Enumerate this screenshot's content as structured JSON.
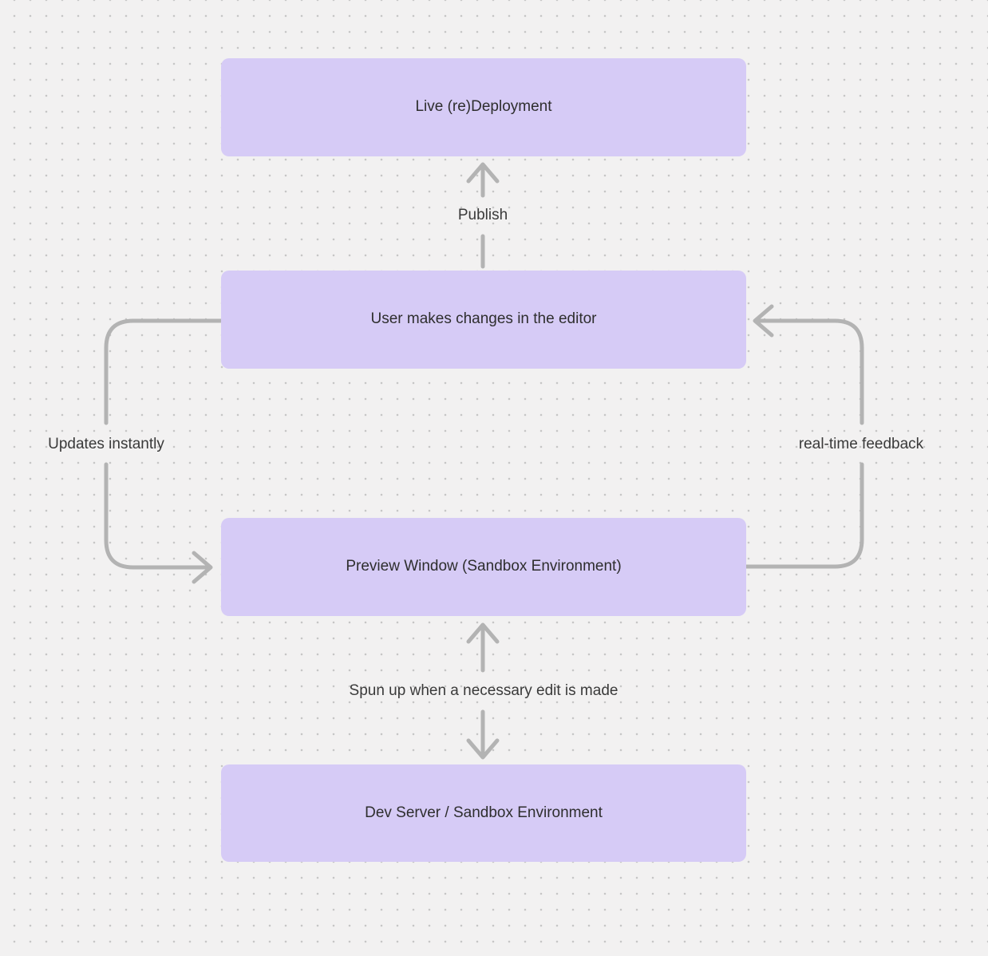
{
  "canvas": {
    "background": "#f2f1f1",
    "dot_color": "#c6c6c6",
    "node_fill": "#d6cbf6",
    "node_text_color": "#2e2e2e",
    "arrow_color": "#b3b3b3",
    "label_text_color": "#3a3a3a"
  },
  "nodes": {
    "live_deployment": {
      "label": "Live (re)Deployment"
    },
    "editor": {
      "label": "User makes changes in the editor"
    },
    "preview": {
      "label": "Preview Window (Sandbox Environment)"
    },
    "dev_server": {
      "label": "Dev Server / Sandbox Environment"
    }
  },
  "edges": {
    "publish": {
      "label": "Publish",
      "from": "editor",
      "to": "live_deployment",
      "direction": "up"
    },
    "updates_instantly": {
      "label": "Updates instantly",
      "from": "editor",
      "to": "preview",
      "direction": "down-left-loop"
    },
    "realtime_feedback": {
      "label": "real-time feedback",
      "from": "preview",
      "to": "editor",
      "direction": "up-right-loop"
    },
    "spun_up": {
      "label": "Spun up when a necessary edit is made",
      "from": "preview",
      "to": "dev_server",
      "direction": "bidirectional"
    }
  }
}
